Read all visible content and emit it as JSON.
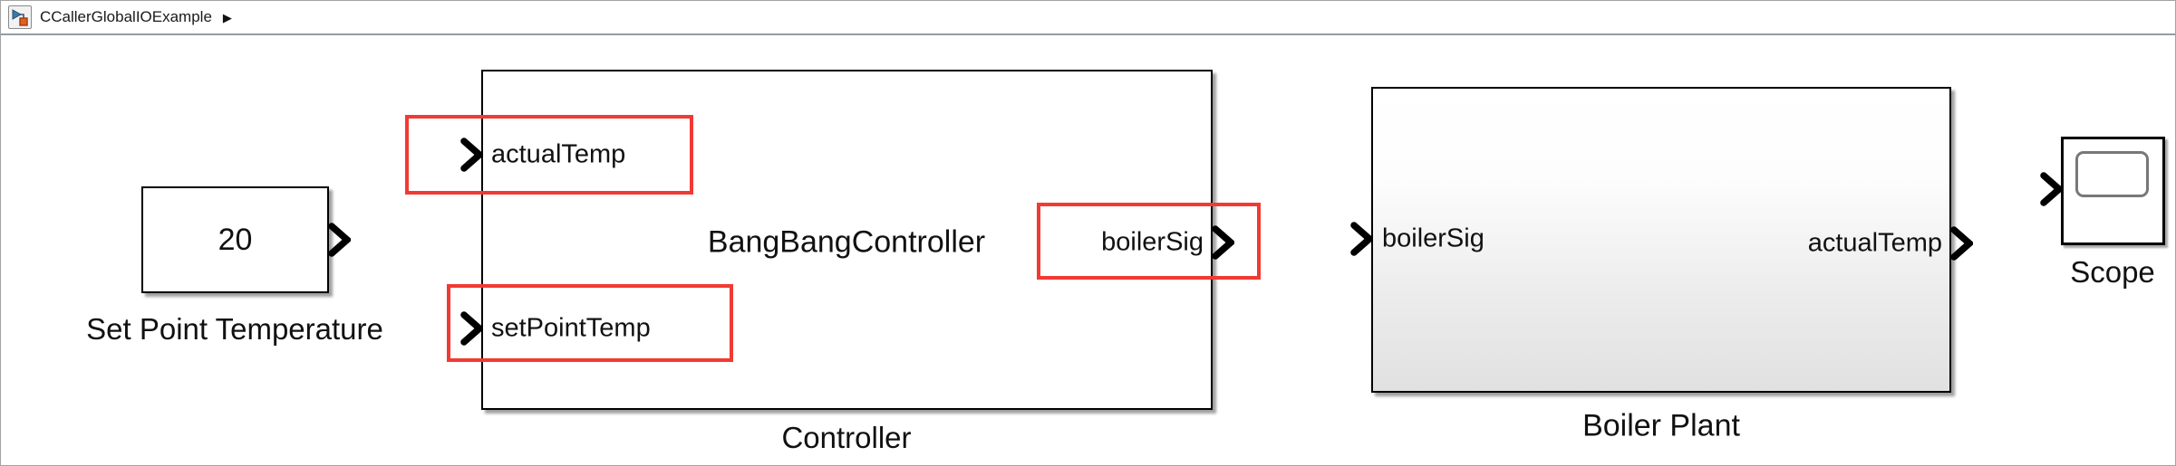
{
  "app": {
    "breadcrumb": {
      "model_name": "CCallerGlobalIOExample",
      "separator_icon": "▶",
      "model_icon": "simulink-model-icon"
    }
  },
  "colors": {
    "highlight_red": "#f13a33",
    "block_border": "#000000",
    "canvas_bg": "#ffffff",
    "bar_divider": "#959ba6",
    "boiler_gradient_bottom": "#e1e1e1",
    "icon_blue": "#3a79a8",
    "icon_orange": "#e2611f"
  },
  "diagram": {
    "constant_block": {
      "value": "20",
      "name_label": "Set Point Temperature"
    },
    "controller_block": {
      "display_name": "BangBangController",
      "name_label": "Controller",
      "ports": {
        "input1": "actualTemp",
        "input2": "setPointTemp",
        "output1": "boilerSig"
      }
    },
    "boiler_block": {
      "name_label": "Boiler Plant",
      "ports": {
        "input1": "boilerSig",
        "output1": "actualTemp"
      }
    },
    "scope_block": {
      "name_label": "Scope"
    },
    "highlighted_ports": [
      "actualTemp",
      "setPointTemp",
      "boilerSig"
    ]
  }
}
